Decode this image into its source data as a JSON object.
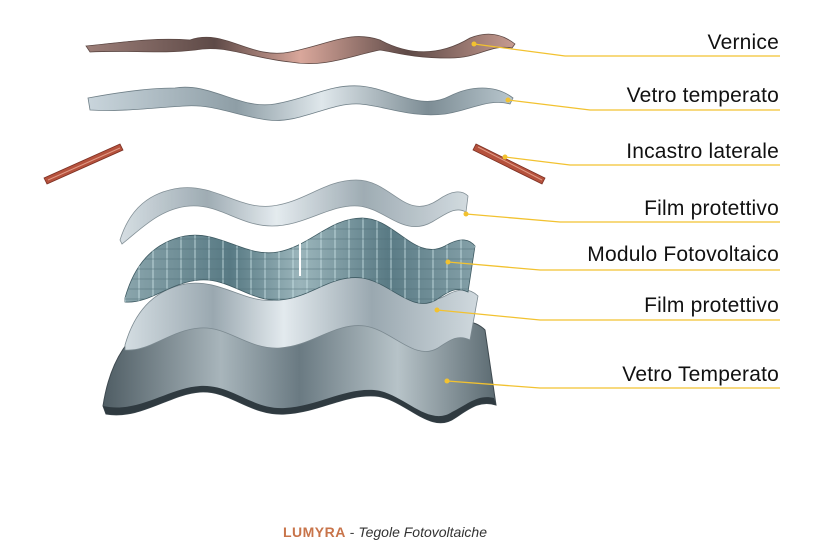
{
  "layers": [
    {
      "id": "vernice",
      "label": "Vernice"
    },
    {
      "id": "vetro-top",
      "label": "Vetro temperato"
    },
    {
      "id": "incastro",
      "label": "Incastro laterale"
    },
    {
      "id": "film-1",
      "label": "Film protettivo"
    },
    {
      "id": "modulo",
      "label": "Modulo Fotovoltaico"
    },
    {
      "id": "film-2",
      "label": "Film protettivo"
    },
    {
      "id": "vetro-bottom",
      "label": "Vetro Temperato"
    }
  ],
  "caption": {
    "brand": "LUMYRA",
    "separator": " - ",
    "product": "Tegole Fotovoltaiche"
  },
  "colors": {
    "leader_line": "#f2c230",
    "brand": "#c8744a",
    "vernice": "#8a6f6a",
    "vernice_highlight": "#d9a79b",
    "glass": "#b7c4cc",
    "film": "#c9d3d9",
    "pv_module": "#6f8e96",
    "glass_dark": "#7d8a91",
    "incastro": "#b5513c"
  }
}
